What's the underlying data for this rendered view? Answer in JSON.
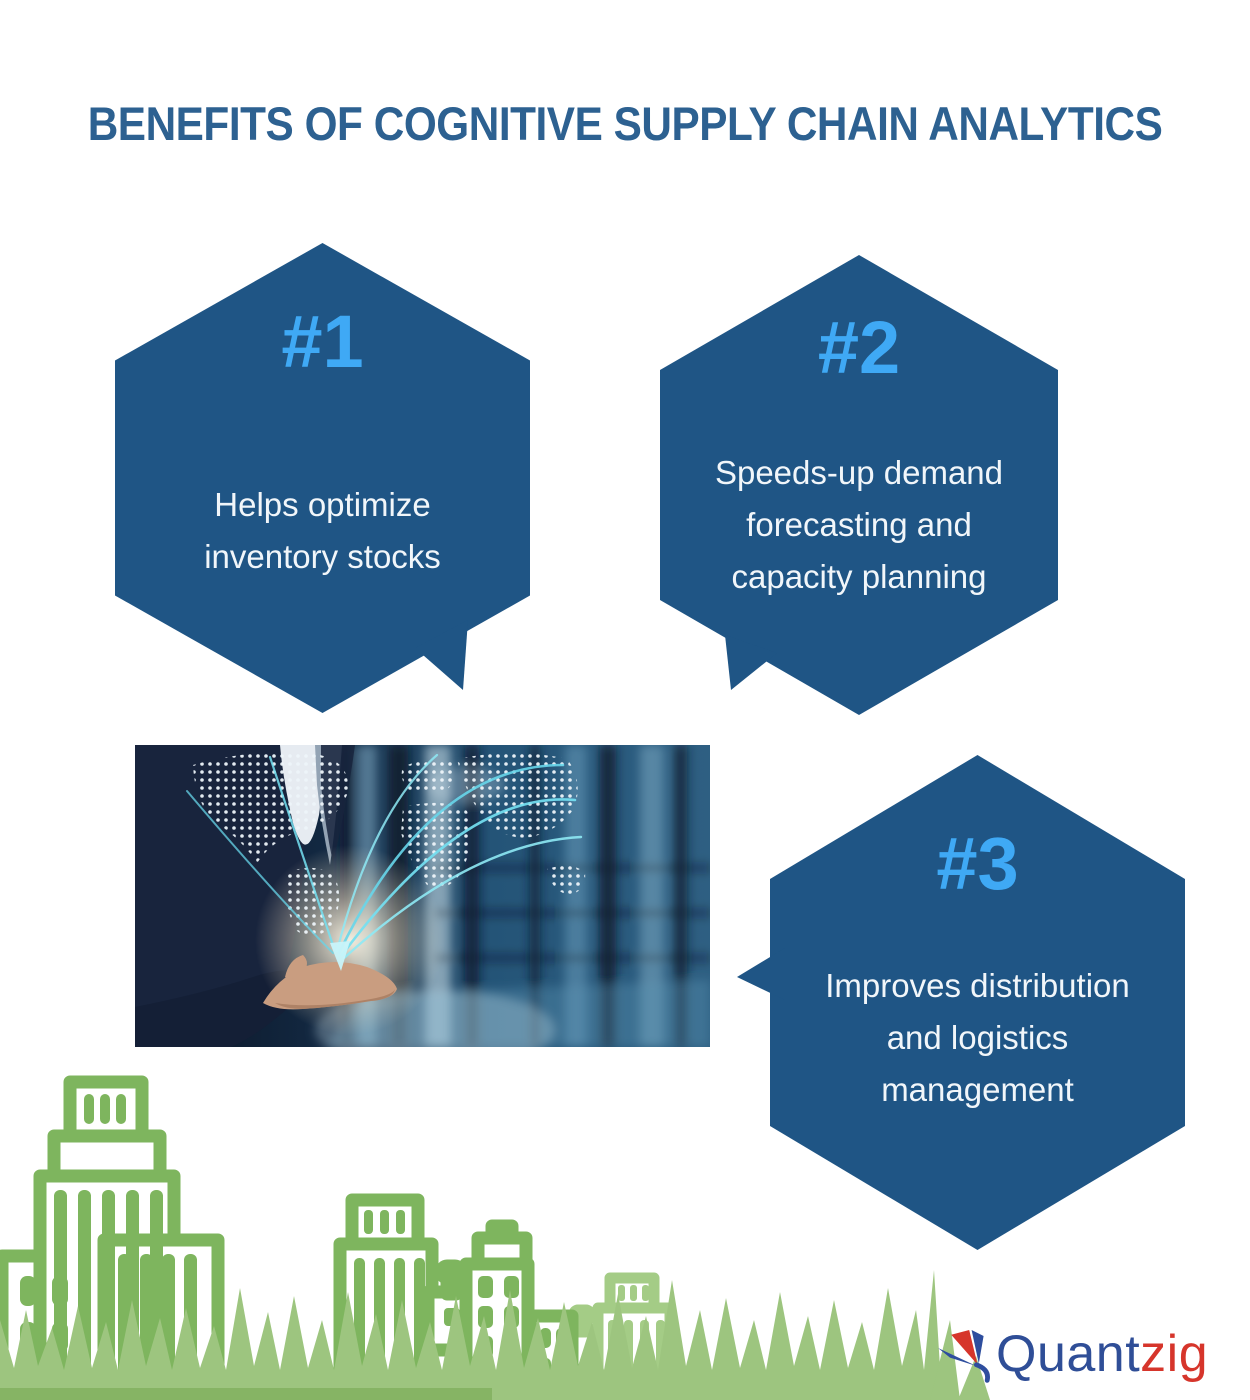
{
  "title": {
    "text": "BENEFITS OF COGNITIVE SUPPLY CHAIN ANALYTICS"
  },
  "benefits": [
    {
      "number": "#1",
      "lines": [
        "Helps optimize",
        "inventory stocks"
      ]
    },
    {
      "number": "#2",
      "lines": [
        "Speeds-up demand",
        "forecasting and",
        "capacity planning"
      ]
    },
    {
      "number": "#3",
      "lines": [
        "Improves distribution",
        "and logistics",
        "management"
      ]
    }
  ],
  "photo": {
    "description": "Businessman in a navy suit holding a glowing dotted world map hologram with cyan arrows converging into his open palm, blurred warehouse in the background"
  },
  "logo": {
    "name": "Quantzig",
    "part_blue": "Quant",
    "part_red": "zig"
  },
  "colors": {
    "hexagon_fill": "#1F5585",
    "number_blue": "#3FA9F5",
    "hexagon_text": "#F1F6FA",
    "title_blue": "#2D6191",
    "skyline_outline": "#7EB55E",
    "skyline_outline_light": "#A4CC86",
    "grass_green": "#9DC57F",
    "grass_strip_green": "#86B464",
    "logo_blue": "#2F4E97",
    "logo_red": "#D6352B"
  }
}
